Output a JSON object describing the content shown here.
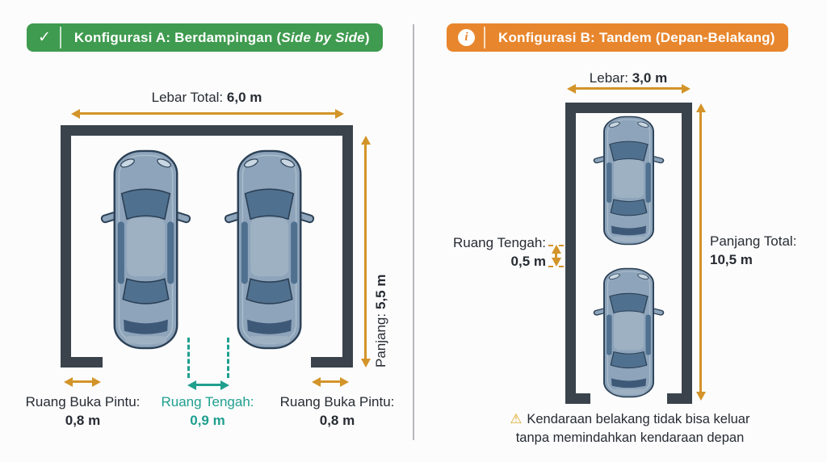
{
  "colors": {
    "green_header": "#3F9B4F",
    "orange_header": "#E8862D",
    "arrow": "#D39429",
    "teal": "#1F9F8E",
    "wall": "#3A434C",
    "text": "#272C33"
  },
  "icons": {
    "check": "✓",
    "info": "i",
    "warning": "⚠"
  },
  "panel_a": {
    "header": {
      "title_prefix": "Konfigurasi A: Berdampingan (",
      "title_italic": "Side by Side",
      "title_suffix": ")"
    },
    "width_label": "Lebar Total:",
    "width_value": "6,0 m",
    "length_label": "Panjang:",
    "length_value": "5,5 m",
    "door_left_label": "Ruang Buka Pintu:",
    "door_left_value": "0,8 m",
    "center_label": "Ruang Tengah:",
    "center_value": "0,9 m",
    "door_right_label": "Ruang Buka Pintu:",
    "door_right_value": "0,8 m"
  },
  "panel_b": {
    "header": {
      "title": "Konfigurasi B: Tandem (Depan-Belakang)"
    },
    "width_label": "Lebar:",
    "width_value": "3,0 m",
    "center_label": "Ruang Tengah:",
    "center_value": "0,5 m",
    "length_label": "Panjang Total:",
    "length_value": "10,5 m",
    "warning_line1": "Kendaraan belakang tidak bisa keluar",
    "warning_line2": "tanpa memindahkan kendaraan depan"
  }
}
